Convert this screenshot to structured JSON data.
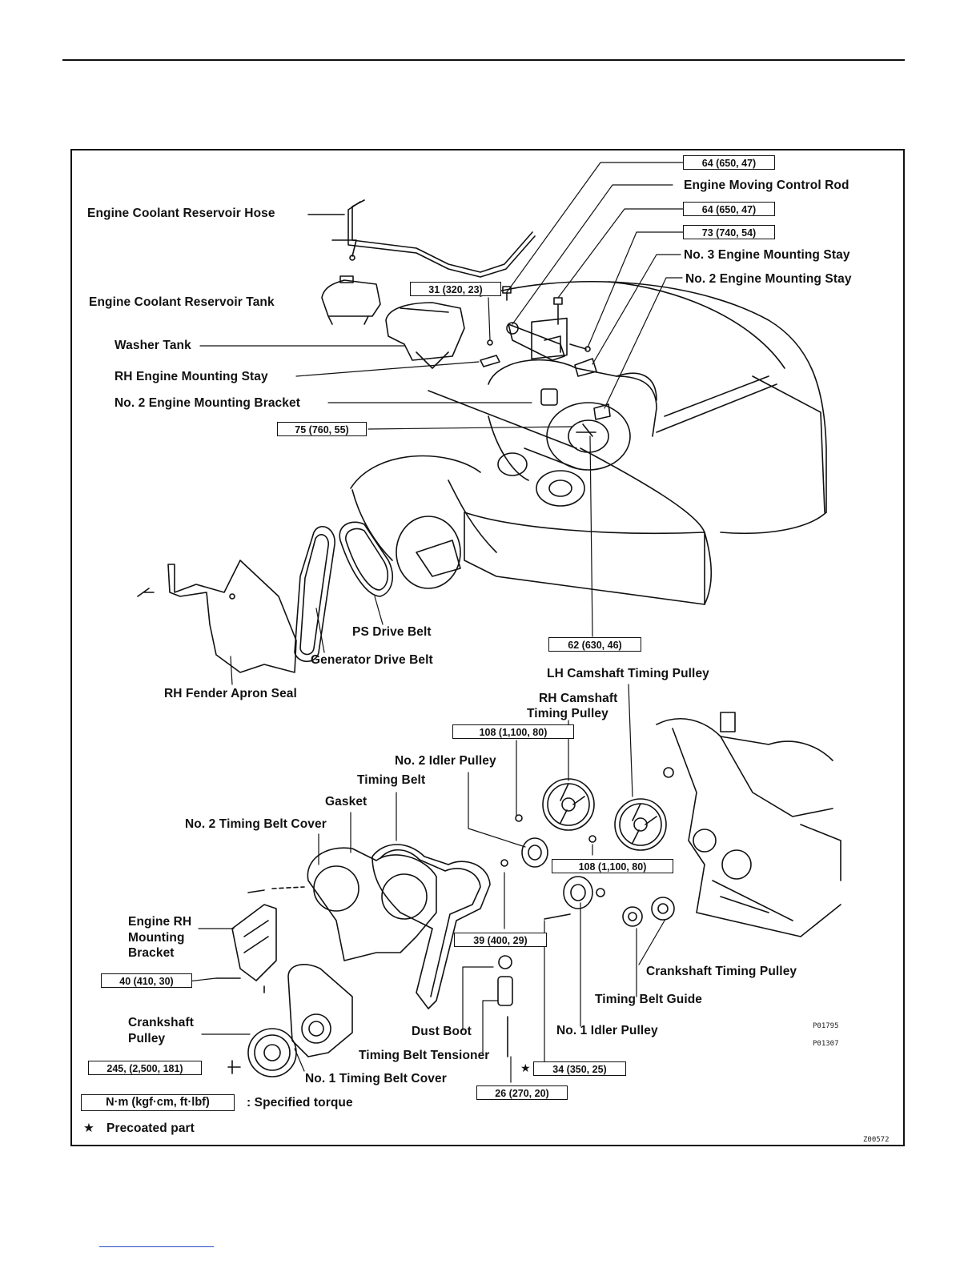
{
  "labels": {
    "coolant_hose": "Engine Coolant Reservoir Hose",
    "coolant_tank": "Engine Coolant Reservoir Tank",
    "washer_tank": "Washer Tank",
    "rh_stay": "RH Engine Mounting Stay",
    "no2_bracket": "No. 2 Engine Mounting Bracket",
    "control_rod": "Engine Moving Control Rod",
    "no3_stay": "No. 3 Engine Mounting Stay",
    "no2_stay": "No. 2 Engine Mounting Stay",
    "ps_belt": "PS Drive Belt",
    "gen_belt": "Generator Drive Belt",
    "fender_seal": "RH Fender Apron Seal",
    "lh_cam": "LH Camshaft Timing Pulley",
    "rh_cam_1": "RH Camshaft",
    "rh_cam_2": "Timing Pulley",
    "no2_idler": "No. 2 Idler Pulley",
    "timing_belt": "Timing Belt",
    "gasket": "Gasket",
    "no2_cover": "No. 2 Timing Belt Cover",
    "rh_bracket_1": "Engine RH",
    "rh_bracket_2": "Mounting",
    "rh_bracket_3": "Bracket",
    "crank_pulley_1": "Crankshaft",
    "crank_pulley_2": "Pulley",
    "no1_cover": "No. 1 Timing Belt Cover",
    "tensioner": "Timing Belt Tensioner",
    "dust_boot": "Dust Boot",
    "no1_idler": "No. 1 Idler Pulley",
    "belt_guide": "Timing Belt Guide",
    "crank_timing": "Crankshaft Timing Pulley"
  },
  "torques": {
    "t64a": "64 (650, 47)",
    "t64b": "64 (650, 47)",
    "t73": "73 (740, 54)",
    "t31": "31 (320, 23)",
    "t75": "75 (760, 55)",
    "t62": "62 (630, 46)",
    "t108a": "108 (1,100, 80)",
    "t108b": "108 (1,100, 80)",
    "t39": "39 (400, 29)",
    "t40": "40 (410, 30)",
    "t245": "245, (2,500, 181)",
    "t34": "34 (350, 25)",
    "t26": "26 (270, 20)"
  },
  "legend": {
    "unit_box": "N·m (kgf·cm, ft·lbf)",
    "unit_text": ": Specified torque",
    "star": "★",
    "star_text": "Precoated part"
  },
  "codes": {
    "p1": "P01795",
    "p2": "P01307",
    "fig": "Z00572"
  }
}
